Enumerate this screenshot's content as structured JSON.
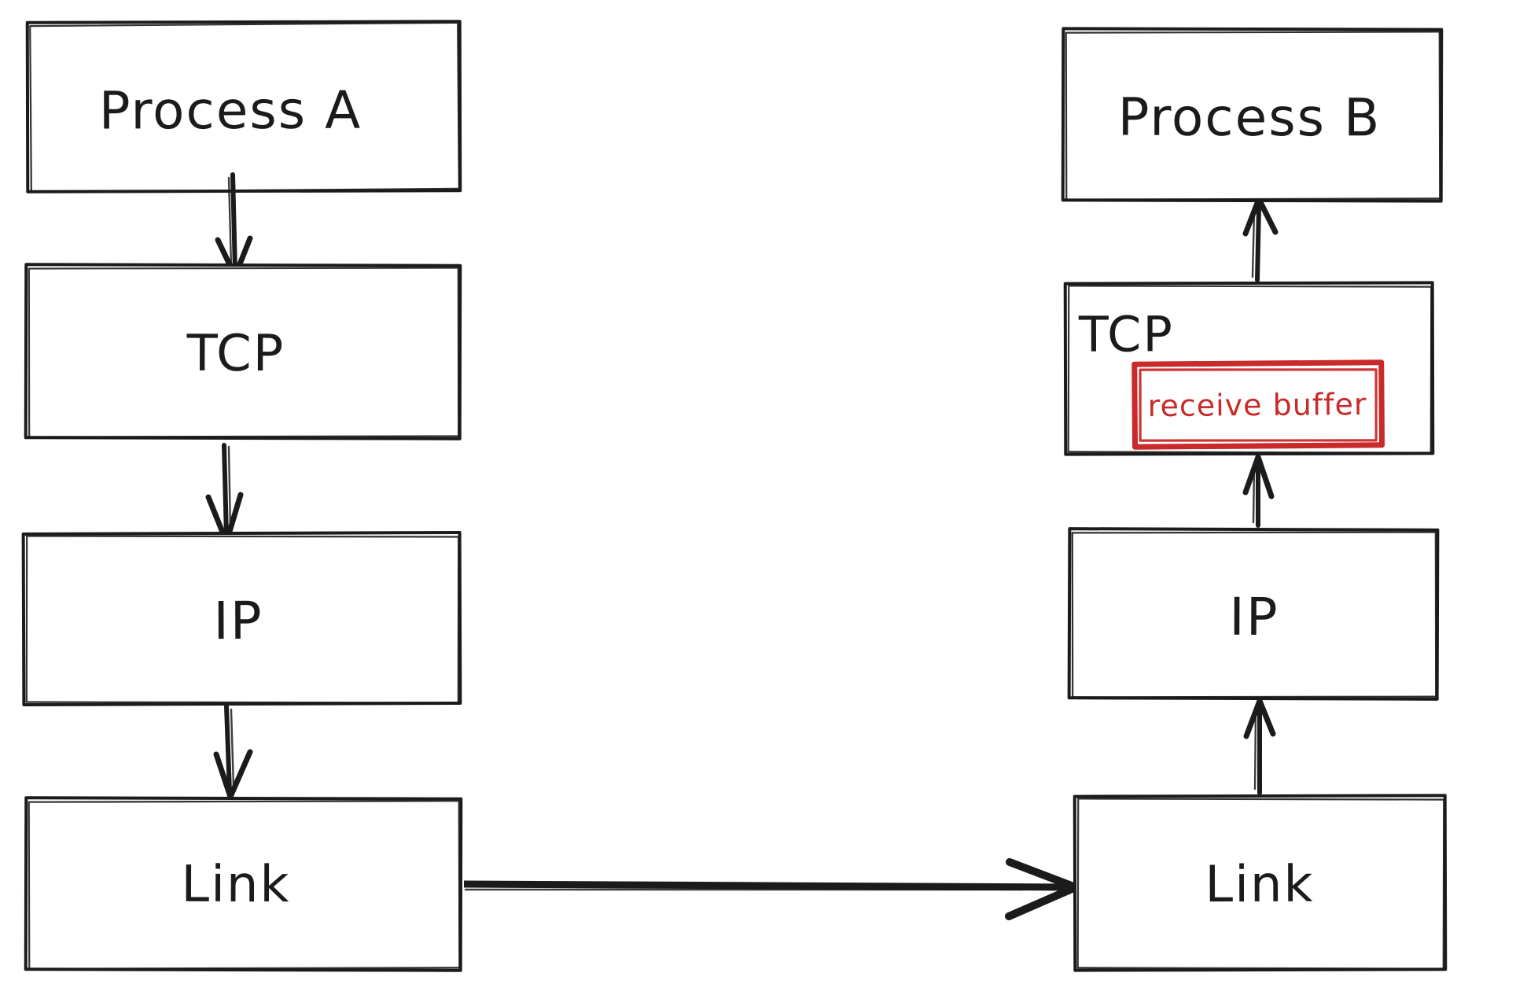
{
  "diagram": {
    "background": "#ffffff",
    "stroke_color": "#1b1b1b",
    "accent_red": "#c92a2a",
    "left_stack": {
      "process": "Process A",
      "tcp": "TCP",
      "ip": "IP",
      "link": "Link"
    },
    "right_stack": {
      "process": "Process B",
      "tcp": "TCP",
      "receive_buffer": "receive buffer",
      "ip": "IP",
      "link": "Link"
    }
  }
}
